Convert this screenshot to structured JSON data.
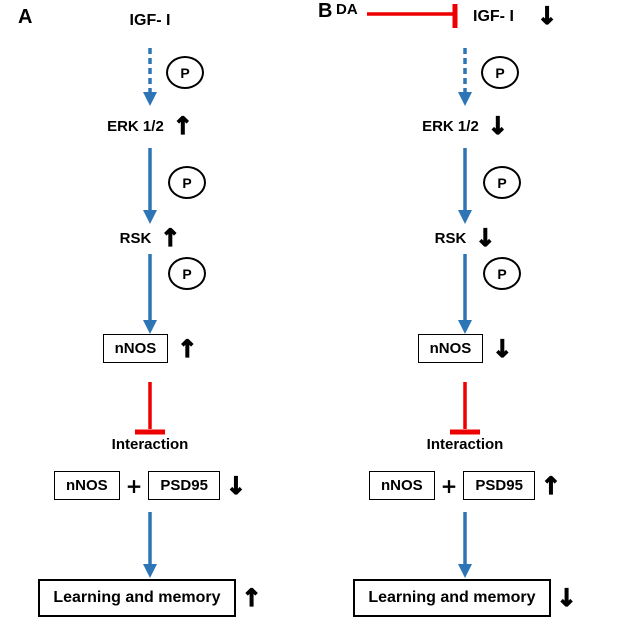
{
  "colors": {
    "activation_arrow_blue": "#2E75B6",
    "inhibition_red": "#EE0000",
    "text_black": "#000000"
  },
  "phospho_label": "P",
  "panels": [
    {
      "label": "A",
      "igf": "IGF- I",
      "erk": "ERK 1/2",
      "erk_trend": "↑",
      "rsk": "RSK",
      "rsk_trend": "↑",
      "nnos": "nNOS",
      "nnos_trend": "↑",
      "interaction": "Interaction",
      "complex_nnos": "nNOS",
      "complex_plus": "+",
      "complex_psd95": "PSD95",
      "complex_trend": "↓",
      "outcome": "Learning and memory",
      "outcome_trend": "↑"
    },
    {
      "label": "B",
      "da": "DA",
      "igf": "IGF- I",
      "igf_trend": "↓",
      "erk": "ERK 1/2",
      "erk_trend": "↓",
      "rsk": "RSK",
      "rsk_trend": "↓",
      "nnos": "nNOS",
      "nnos_trend": "↓",
      "interaction": "Interaction",
      "complex_nnos": "nNOS",
      "complex_plus": "+",
      "complex_psd95": "PSD95",
      "complex_trend": "↑",
      "outcome": "Learning and memory",
      "outcome_trend": "↓"
    }
  ]
}
